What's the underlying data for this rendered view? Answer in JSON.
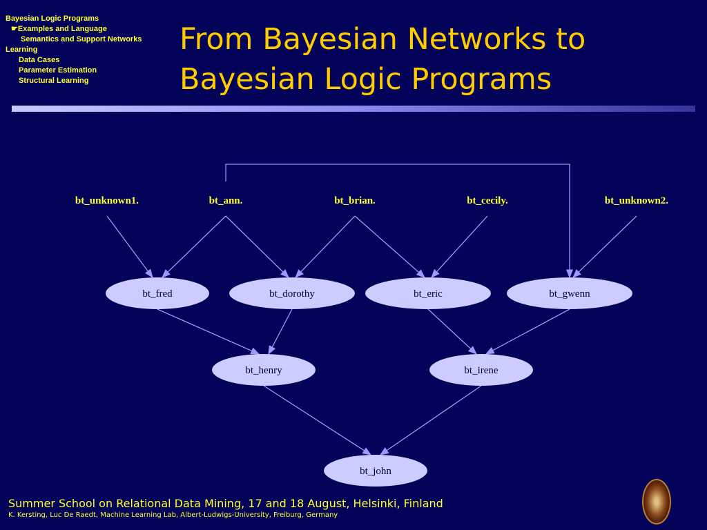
{
  "nav": {
    "items": [
      {
        "label": "Bayesian Logic Programs",
        "level": 0
      },
      {
        "label": "Examples and Language",
        "level": 1,
        "current": true
      },
      {
        "label": "Semantics  and Support Networks",
        "level": 2
      },
      {
        "label": "Learning",
        "level": 0
      },
      {
        "label": "Data Cases",
        "level": 1
      },
      {
        "label": "Parameter Estimation",
        "level": 1
      },
      {
        "label": "Structural Learning",
        "level": 1
      }
    ],
    "pointer_icon": "pointing-hand-icon"
  },
  "title": {
    "line1": "From Bayesian Networks to",
    "line2": "Bayesian Logic Programs"
  },
  "diagram": {
    "facts": [
      "bt_unknown1.",
      "bt_ann.",
      "bt_brian.",
      "bt_cecily.",
      "bt_unknown2."
    ],
    "nodes": [
      "bt_fred",
      "bt_dorothy",
      "bt_eric",
      "bt_gwenn",
      "bt_henry",
      "bt_irene",
      "bt_john"
    ],
    "edges": [
      [
        "bt_unknown1.",
        "bt_fred"
      ],
      [
        "bt_ann.",
        "bt_fred"
      ],
      [
        "bt_ann.",
        "bt_dorothy"
      ],
      [
        "bt_brian.",
        "bt_dorothy"
      ],
      [
        "bt_brian.",
        "bt_eric"
      ],
      [
        "bt_cecily.",
        "bt_eric"
      ],
      [
        "bt_unknown2.",
        "bt_gwenn"
      ],
      [
        "bt_ann.",
        "bt_gwenn"
      ],
      [
        "bt_fred",
        "bt_henry"
      ],
      [
        "bt_dorothy",
        "bt_henry"
      ],
      [
        "bt_eric",
        "bt_irene"
      ],
      [
        "bt_gwenn",
        "bt_irene"
      ],
      [
        "bt_henry",
        "bt_john"
      ],
      [
        "bt_irene",
        "bt_john"
      ]
    ],
    "colors": {
      "node": "#ccccff",
      "edge": "#9999ff",
      "fact_text": "#ffff33"
    }
  },
  "footer": {
    "line1": "Summer School on Relational Data Mining, 17 and 18 August, Helsinki, Finland",
    "line2": "K. Kersting, Luc De Raedt, Machine Learning Lab, Albert-Ludwigs-University, Freiburg, Germany",
    "logo": "university-seal"
  }
}
